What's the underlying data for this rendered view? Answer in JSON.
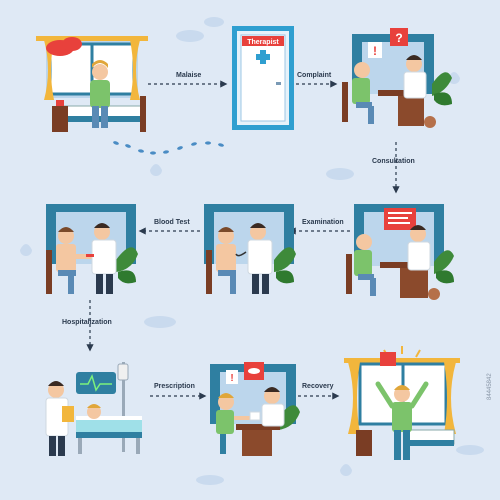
{
  "door_sign": "Therapist",
  "steps": {
    "malaise": "Malaise",
    "complaint": "Complaint",
    "consultation": "Consultation",
    "examination": "Examination",
    "blood_test": "Blood Test",
    "hospitalization": "Hospitalization",
    "prescription": "Prescription",
    "recovery": "Recovery"
  },
  "watermark": "84445842",
  "colors": {
    "background": "#dfe9f5",
    "curtain": "#2f7fa1",
    "wall_blue": "#bcd6ec",
    "desk": "#7a3d24",
    "accent_red": "#e8413c",
    "leaf": "#3e8a3a"
  }
}
